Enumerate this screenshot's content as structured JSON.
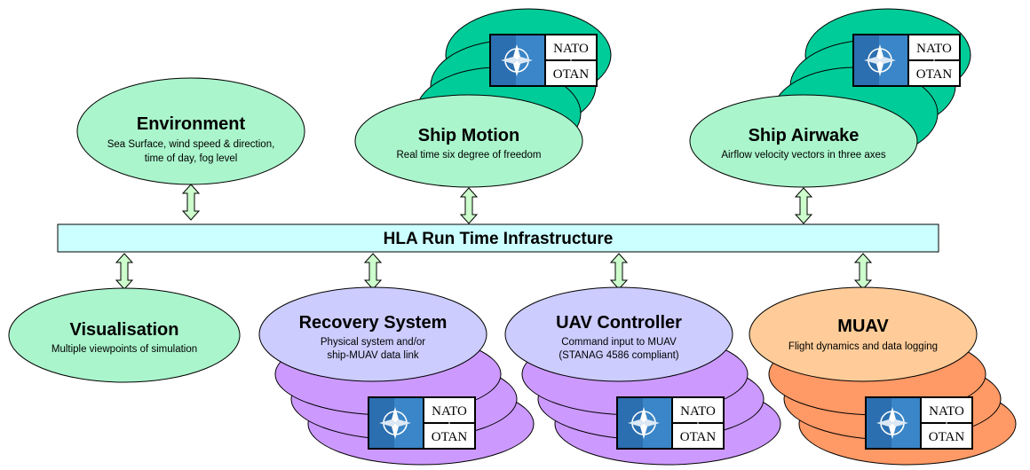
{
  "infrastructure": {
    "label": "HLA Run Time Infrastructure"
  },
  "nodes": {
    "environment": {
      "title": "Environment",
      "lines": [
        "Sea Surface, wind speed & direction,",
        "time of day, fog level"
      ],
      "color": "#aaf5cc"
    },
    "ship_motion": {
      "title": "Ship Motion",
      "lines": [
        "Real time six degree of freedom"
      ],
      "color": "#aaf5cc",
      "stack_color": "#00cc99"
    },
    "ship_airwake": {
      "title": "Ship Airwake",
      "lines": [
        "Airflow velocity vectors in three axes"
      ],
      "color": "#aaf5cc",
      "stack_color": "#00cc99"
    },
    "visualisation": {
      "title": "Visualisation",
      "lines": [
        "Multiple viewpoints of simulation"
      ],
      "color": "#aaf5cc"
    },
    "recovery_system": {
      "title": "Recovery System",
      "lines": [
        "Physical system and/or",
        "ship-MUAV data link"
      ],
      "color": "#ccccff",
      "stack_color": "#cc99ff"
    },
    "uav_controller": {
      "title": "UAV Controller",
      "lines": [
        "Command input to MUAV",
        "(STANAG 4586 compliant)"
      ],
      "color": "#ccccff",
      "stack_color": "#cc99ff"
    },
    "muav": {
      "title": "MUAV",
      "lines": [
        "Flight dynamics and data logging"
      ],
      "color": "#ffcc99",
      "stack_color": "#ff9966"
    }
  },
  "logo": {
    "top": "NATO",
    "bottom": "OTAN",
    "icon": "nato-compass-star-icon"
  },
  "colors": {
    "bar": "#ccffff",
    "arrow": "#ccffcc"
  }
}
